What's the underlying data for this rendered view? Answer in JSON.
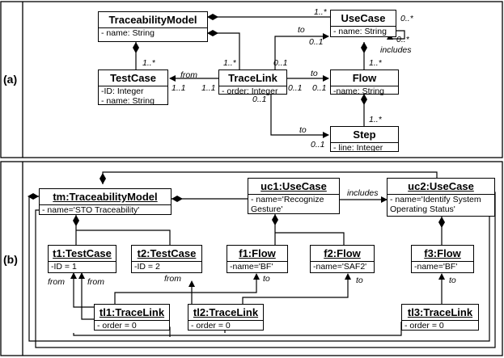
{
  "panels": {
    "a_label": "(a)",
    "b_label": "(b)"
  },
  "a": {
    "traceability_model": {
      "name": "TraceabilityModel",
      "attrs": [
        "- name: String"
      ]
    },
    "use_case": {
      "name": "UseCase",
      "attrs": [
        "- name: String"
      ]
    },
    "test_case": {
      "name": "TestCase",
      "attrs": [
        "-ID: Integer",
        "- name: String"
      ]
    },
    "trace_link": {
      "name": "TraceLink",
      "attrs": [
        "- order: Integer"
      ]
    },
    "flow": {
      "name": "Flow",
      "attrs": [
        "-name: String"
      ]
    },
    "step": {
      "name": "Step",
      "attrs": [
        "- line: Integer"
      ]
    },
    "labels": {
      "tm_uc_mult": "1..*",
      "uc_self_mult_top": "0..*",
      "uc_self_mult_bottom": "0..*",
      "includes": "includes",
      "to_uc": "to",
      "to_uc_mult": "0..1",
      "tm_tc_mult": "1..*",
      "tm_tl_mult": "1..*",
      "tl_top_mult": "0..1",
      "from": "from",
      "from_mult_left": "1..1",
      "from_mult_right": "1..1",
      "to_flow": "to",
      "to_flow_mult_left": "0..1",
      "to_flow_mult_right": "0..1",
      "uc_flow_mult": "1..*",
      "flow_step_mult": "1..*",
      "tl_bottom_mult": "0..1",
      "to_step": "to",
      "to_step_mult": "0..1"
    }
  },
  "b": {
    "tm": {
      "name": "tm:TraceabilityModel",
      "attrs": [
        "- name='STO Traceability'"
      ]
    },
    "uc1": {
      "name": "uc1:UseCase",
      "attrs": [
        "- name='Recognize",
        "Gesture'"
      ]
    },
    "uc2": {
      "name": "uc2:UseCase",
      "attrs": [
        "- name='Identify System",
        "Operating Status'"
      ]
    },
    "t1": {
      "name": "t1:TestCase",
      "attrs": [
        "-ID = 1"
      ]
    },
    "t2": {
      "name": "t2:TestCase",
      "attrs": [
        "-ID = 2"
      ]
    },
    "f1": {
      "name": "f1:Flow",
      "attrs": [
        "-name='BF'"
      ]
    },
    "f2": {
      "name": "f2:Flow",
      "attrs": [
        "-name='SAF2'"
      ]
    },
    "f3": {
      "name": "f3:Flow",
      "attrs": [
        "-name='BF'"
      ]
    },
    "tl1": {
      "name": "tl1:TraceLink",
      "attrs": [
        "- order = 0"
      ]
    },
    "tl2": {
      "name": "tl2:TraceLink",
      "attrs": [
        "- order = 0"
      ]
    },
    "tl3": {
      "name": "tl3:TraceLink",
      "attrs": [
        "- order = 0"
      ]
    },
    "labels": {
      "includes": "includes",
      "from_1": "from",
      "from_2": "from",
      "from_3": "from",
      "to_1": "to",
      "to_2": "to",
      "to_3": "to"
    }
  }
}
